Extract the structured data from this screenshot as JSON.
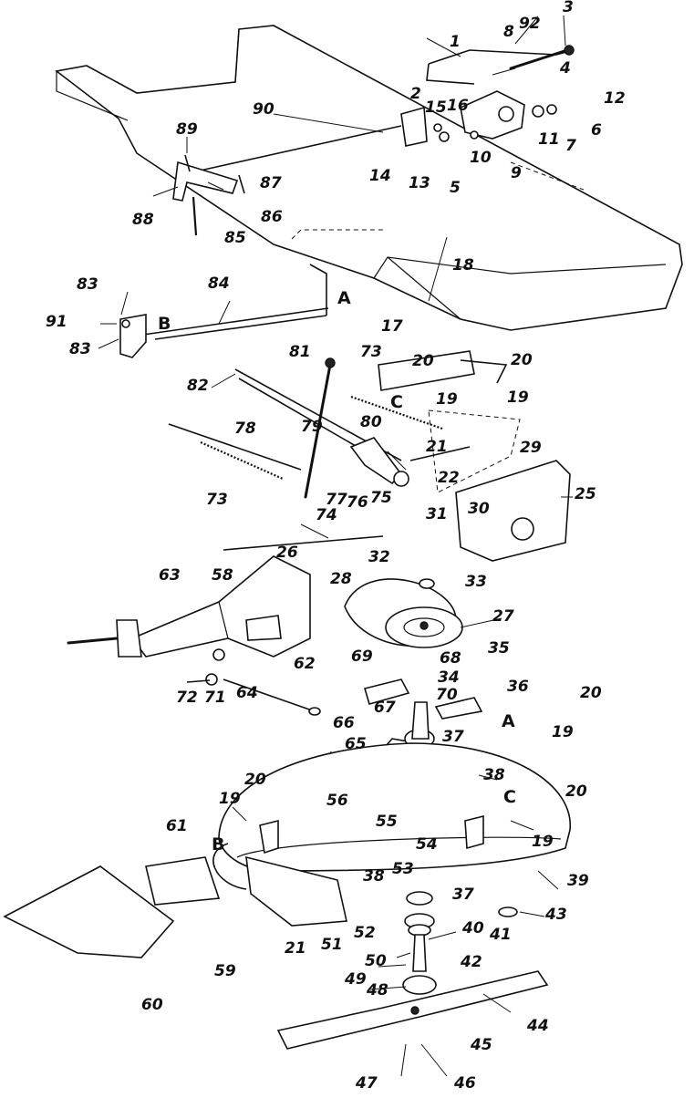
{
  "diagram": {
    "callouts": [
      {
        "id": "p1",
        "text": "1"
      },
      {
        "id": "p2",
        "text": "2"
      },
      {
        "id": "p3",
        "text": "3"
      },
      {
        "id": "p4",
        "text": "4"
      },
      {
        "id": "p5",
        "text": "5"
      },
      {
        "id": "p6",
        "text": "6"
      },
      {
        "id": "p7",
        "text": "7"
      },
      {
        "id": "p8",
        "text": "8"
      },
      {
        "id": "p9",
        "text": "9"
      },
      {
        "id": "p10",
        "text": "10"
      },
      {
        "id": "p11",
        "text": "11"
      },
      {
        "id": "p12",
        "text": "12"
      },
      {
        "id": "p13",
        "text": "13"
      },
      {
        "id": "p14",
        "text": "14"
      },
      {
        "id": "p15",
        "text": "15"
      },
      {
        "id": "p16",
        "text": "16"
      },
      {
        "id": "p17",
        "text": "17"
      },
      {
        "id": "p18",
        "text": "18"
      },
      {
        "id": "p19a",
        "text": "19"
      },
      {
        "id": "p19b",
        "text": "19"
      },
      {
        "id": "p19c",
        "text": "19"
      },
      {
        "id": "p19d",
        "text": "19"
      },
      {
        "id": "p19e",
        "text": "19"
      },
      {
        "id": "p20a",
        "text": "20"
      },
      {
        "id": "p20b",
        "text": "20"
      },
      {
        "id": "p20c",
        "text": "20"
      },
      {
        "id": "p20d",
        "text": "20"
      },
      {
        "id": "p20e",
        "text": "20"
      },
      {
        "id": "p21a",
        "text": "21"
      },
      {
        "id": "p21b",
        "text": "21"
      },
      {
        "id": "p22",
        "text": "22"
      },
      {
        "id": "p25",
        "text": "25"
      },
      {
        "id": "p26",
        "text": "26"
      },
      {
        "id": "p27",
        "text": "27"
      },
      {
        "id": "p28",
        "text": "28"
      },
      {
        "id": "p29",
        "text": "29"
      },
      {
        "id": "p30",
        "text": "30"
      },
      {
        "id": "p31",
        "text": "31"
      },
      {
        "id": "p32",
        "text": "32"
      },
      {
        "id": "p33",
        "text": "33"
      },
      {
        "id": "p34",
        "text": "34"
      },
      {
        "id": "p35",
        "text": "35"
      },
      {
        "id": "p36",
        "text": "36"
      },
      {
        "id": "p37a",
        "text": "37"
      },
      {
        "id": "p37b",
        "text": "37"
      },
      {
        "id": "p38a",
        "text": "38"
      },
      {
        "id": "p38b",
        "text": "38"
      },
      {
        "id": "p39",
        "text": "39"
      },
      {
        "id": "p40",
        "text": "40"
      },
      {
        "id": "p41",
        "text": "41"
      },
      {
        "id": "p42",
        "text": "42"
      },
      {
        "id": "p43",
        "text": "43"
      },
      {
        "id": "p44",
        "text": "44"
      },
      {
        "id": "p45",
        "text": "45"
      },
      {
        "id": "p46",
        "text": "46"
      },
      {
        "id": "p47",
        "text": "47"
      },
      {
        "id": "p48",
        "text": "48"
      },
      {
        "id": "p49",
        "text": "49"
      },
      {
        "id": "p50",
        "text": "50"
      },
      {
        "id": "p51",
        "text": "51"
      },
      {
        "id": "p52",
        "text": "52"
      },
      {
        "id": "p53",
        "text": "53"
      },
      {
        "id": "p54",
        "text": "54"
      },
      {
        "id": "p55",
        "text": "55"
      },
      {
        "id": "p56",
        "text": "56"
      },
      {
        "id": "p58",
        "text": "58"
      },
      {
        "id": "p59",
        "text": "59"
      },
      {
        "id": "p60",
        "text": "60"
      },
      {
        "id": "p61",
        "text": "61"
      },
      {
        "id": "p62",
        "text": "62"
      },
      {
        "id": "p63",
        "text": "63"
      },
      {
        "id": "p64",
        "text": "64"
      },
      {
        "id": "p65",
        "text": "65"
      },
      {
        "id": "p66",
        "text": "66"
      },
      {
        "id": "p67",
        "text": "67"
      },
      {
        "id": "p68",
        "text": "68"
      },
      {
        "id": "p69",
        "text": "69"
      },
      {
        "id": "p70",
        "text": "70"
      },
      {
        "id": "p71",
        "text": "71"
      },
      {
        "id": "p72",
        "text": "72"
      },
      {
        "id": "p73a",
        "text": "73"
      },
      {
        "id": "p73b",
        "text": "73"
      },
      {
        "id": "p74",
        "text": "74"
      },
      {
        "id": "p75",
        "text": "75"
      },
      {
        "id": "p76",
        "text": "76"
      },
      {
        "id": "p77",
        "text": "77"
      },
      {
        "id": "p78",
        "text": "78"
      },
      {
        "id": "p79",
        "text": "79"
      },
      {
        "id": "p80",
        "text": "80"
      },
      {
        "id": "p81",
        "text": "81"
      },
      {
        "id": "p82",
        "text": "82"
      },
      {
        "id": "p83a",
        "text": "83"
      },
      {
        "id": "p83b",
        "text": "83"
      },
      {
        "id": "p84",
        "text": "84"
      },
      {
        "id": "p85",
        "text": "85"
      },
      {
        "id": "p86",
        "text": "86"
      },
      {
        "id": "p87",
        "text": "87"
      },
      {
        "id": "p88",
        "text": "88"
      },
      {
        "id": "p89",
        "text": "89"
      },
      {
        "id": "p90",
        "text": "90"
      },
      {
        "id": "p91",
        "text": "91"
      },
      {
        "id": "p92",
        "text": "92"
      }
    ],
    "letters": [
      {
        "id": "A1",
        "text": "A"
      },
      {
        "id": "A2",
        "text": "A"
      },
      {
        "id": "B1",
        "text": "B"
      },
      {
        "id": "B2",
        "text": "B"
      },
      {
        "id": "C1",
        "text": "C"
      },
      {
        "id": "C2",
        "text": "C"
      }
    ]
  }
}
